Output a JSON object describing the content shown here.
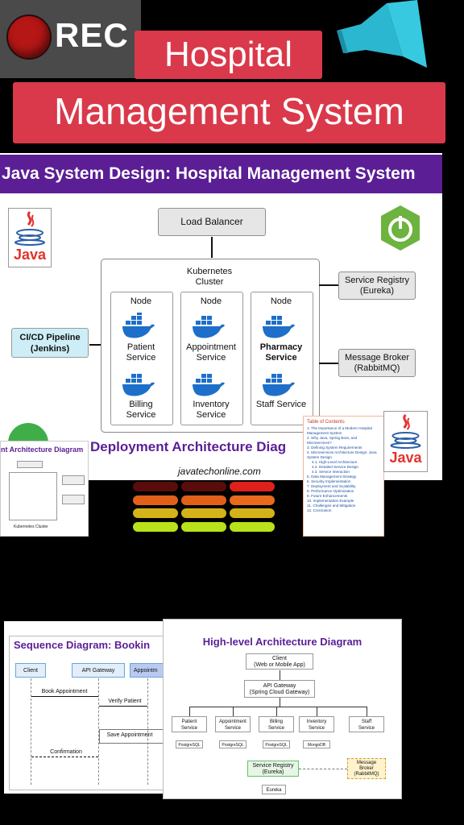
{
  "rec": {
    "label": "REC"
  },
  "banner": {
    "line1": "Hospital",
    "line2": "Management System"
  },
  "slide": {
    "title": "Java System Design: Hospital Management System",
    "load_balancer": "Load Balancer",
    "cluster_title": "Kubernetes\nCluster",
    "node_label": "Node",
    "services": {
      "patient": "Patient\nService",
      "appointment": "Appointment\nService",
      "pharmacy": "Pharmacy\nService",
      "billing": "Billing\nService",
      "inventory": "Inventory\nService",
      "staff": "Staff Service"
    },
    "cicd": "CI/CD Pipeline\n(Jenkins)",
    "service_registry": "Service Registry\n(Eureka)",
    "message_broker": "Message Broker\n(RabbitMQ)",
    "footer_title": "Deployment Architecture Diag",
    "site": "javatechonline.com",
    "java_logo": "Java"
  },
  "thumb_left": {
    "title": "nt Architecture Diagram",
    "caption": "Kubernetes Cluster"
  },
  "toc": {
    "title": "Table of Contents",
    "items": [
      "1. The Importance of a Modern Hospital Management System",
      "2. Why Java, Spring Boot, and Microservices?",
      "3. Defining System Requirements",
      "4. Microservices Architecture Design: Java System Design",
      "4.1. High-Level Architecture",
      "4.2. Detailed Service Design",
      "4.3. Service Interaction",
      "5. Data Management Strategy",
      "6. Security Implementation",
      "7. Deployment and Scalability",
      "8. Performance Optimization",
      "9. Future Enhancements",
      "10. Implementation Example",
      "11. Challenges and Mitigation",
      "12. Conclusion"
    ]
  },
  "sequence": {
    "title": "Sequence Diagram: Bookin",
    "client": "Client",
    "gateway": "API Gateway",
    "appointment": "Appointm",
    "msg1": "Book Appointment",
    "msg2": "Verify Patient",
    "msg3": "Save Appointment",
    "msg4": "Confirmation"
  },
  "hl": {
    "title": "High-level Architecture Diagram",
    "client": "Client\n(Web or Mobile App)",
    "gateway": "API Gateway\n(Spring Cloud Gateway)",
    "services": [
      "Patient\nService",
      "Appointment\nService",
      "Billing\nService",
      "Inventory\nService",
      "Staff\nService"
    ],
    "dbs": [
      "PostgreSQL",
      "PostgreSQL",
      "PostgreSQL",
      "MongoDB"
    ],
    "registry": "Service Registry\n(Eureka)",
    "broker": "Message\nBroker\n(RabbitMQ)",
    "eureka": "Eureka"
  },
  "colors": {
    "banner": "#d9394a",
    "slide_header": "#5b1e95",
    "cicd": "#cdeef6",
    "docker": "#1d6fc9"
  }
}
